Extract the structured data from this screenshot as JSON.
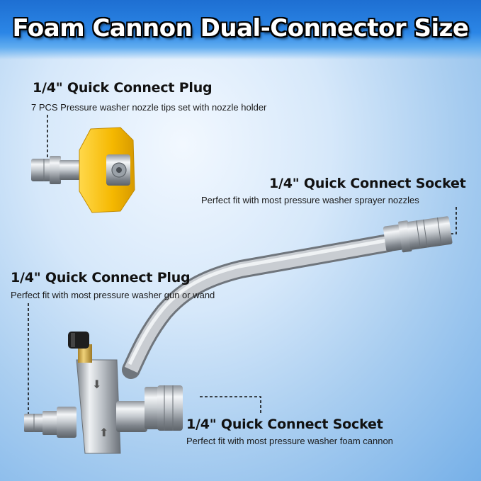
{
  "title": "Foam Cannon Dual-Connector Size",
  "callouts": {
    "top_plug": {
      "heading": "1/4\" Quick Connect Plug",
      "desc": "7 PCS Pressure washer nozzle tips set with nozzle holder"
    },
    "top_socket": {
      "heading": "1/4\" Quick Connect Socket",
      "desc": "Perfect fit with most pressure washer sprayer nozzles"
    },
    "mid_plug": {
      "heading": "1/4\" Quick Connect Plug",
      "desc": "Perfect fit with most pressure washer gun or wand"
    },
    "bottom_socket": {
      "heading": "1/4\" Quick Connect Socket",
      "desc": "Perfect fit with most pressure washer foam cannon"
    }
  },
  "colors": {
    "banner": "#2b86e6",
    "nozzle_tip": "#f7c21a",
    "metal": "#c9cdd2",
    "brass": "#d8b04a"
  }
}
